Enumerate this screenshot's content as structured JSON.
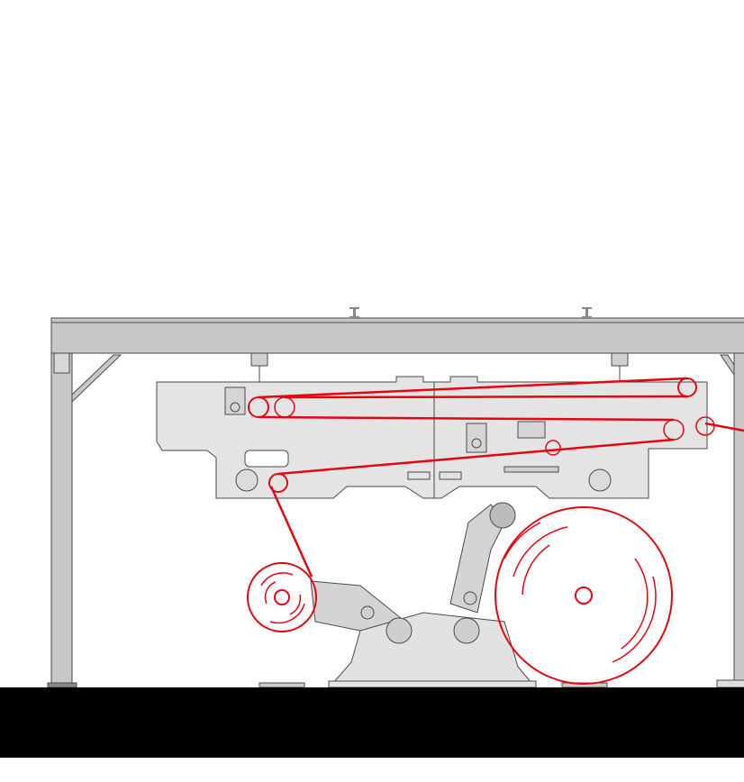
{
  "colors": {
    "web": "#e30613",
    "frame": "#e4e4e4",
    "steel": "#c8c8c8",
    "outline": "#4a4a4a",
    "floor": "#000000",
    "background": "#ffffff"
  },
  "components": [
    "overhead-beam",
    "left-column",
    "right-column",
    "drying-frame",
    "guide-rollers",
    "unwind-roll",
    "rewind-roll",
    "unwind-stand",
    "floor"
  ]
}
